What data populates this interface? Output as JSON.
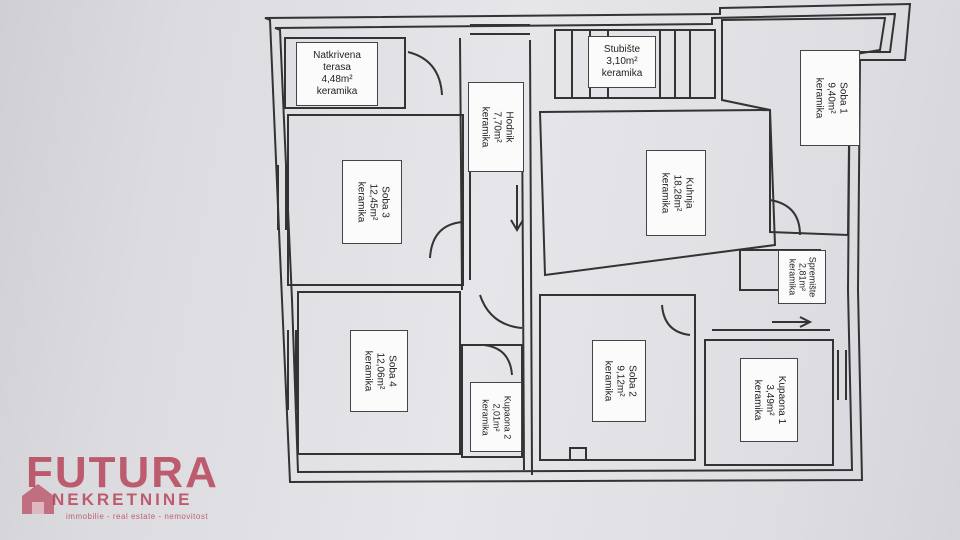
{
  "rooms": [
    {
      "id": "natkrivena-terasa",
      "lines": [
        "Natkrivena",
        "terasa",
        "4,48m²",
        "keramika"
      ],
      "rotated": false
    },
    {
      "id": "stubiste",
      "lines": [
        "Stubište",
        "3,10m²",
        "keramika"
      ],
      "rotated": false
    },
    {
      "id": "soba-1",
      "lines": [
        "Soba 1",
        "9,40m²",
        "keramika"
      ],
      "rotated": true
    },
    {
      "id": "hodnik",
      "lines": [
        "Hodnik",
        "7,70m²",
        "keramika"
      ],
      "rotated": true
    },
    {
      "id": "kuhinja",
      "lines": [
        "Kuhnja",
        "18,28m²",
        "keramika"
      ],
      "rotated": true
    },
    {
      "id": "soba-3",
      "lines": [
        "Soba 3",
        "12,45m²",
        "keramika"
      ],
      "rotated": true
    },
    {
      "id": "spremiste",
      "lines": [
        "Spremište",
        "2,81m²",
        "keramika"
      ],
      "rotated": true
    },
    {
      "id": "soba-4",
      "lines": [
        "Soba 4",
        "12,06m²",
        "keramika"
      ],
      "rotated": true
    },
    {
      "id": "kupaona-2",
      "lines": [
        "Kupaona 2",
        "2,01m²",
        "keramika"
      ],
      "rotated": true
    },
    {
      "id": "soba-2",
      "lines": [
        "Soba 2",
        "9,12m²",
        "keramika"
      ],
      "rotated": true
    },
    {
      "id": "kupaona-1",
      "lines": [
        "Kupaona 1",
        "3,49m²",
        "keramika"
      ],
      "rotated": true
    }
  ],
  "logo": {
    "main": "FUTURA",
    "sub": "NEKRETNINE",
    "tagline": "immobilie - real estate - nemovitost",
    "color": "#b02a42"
  }
}
